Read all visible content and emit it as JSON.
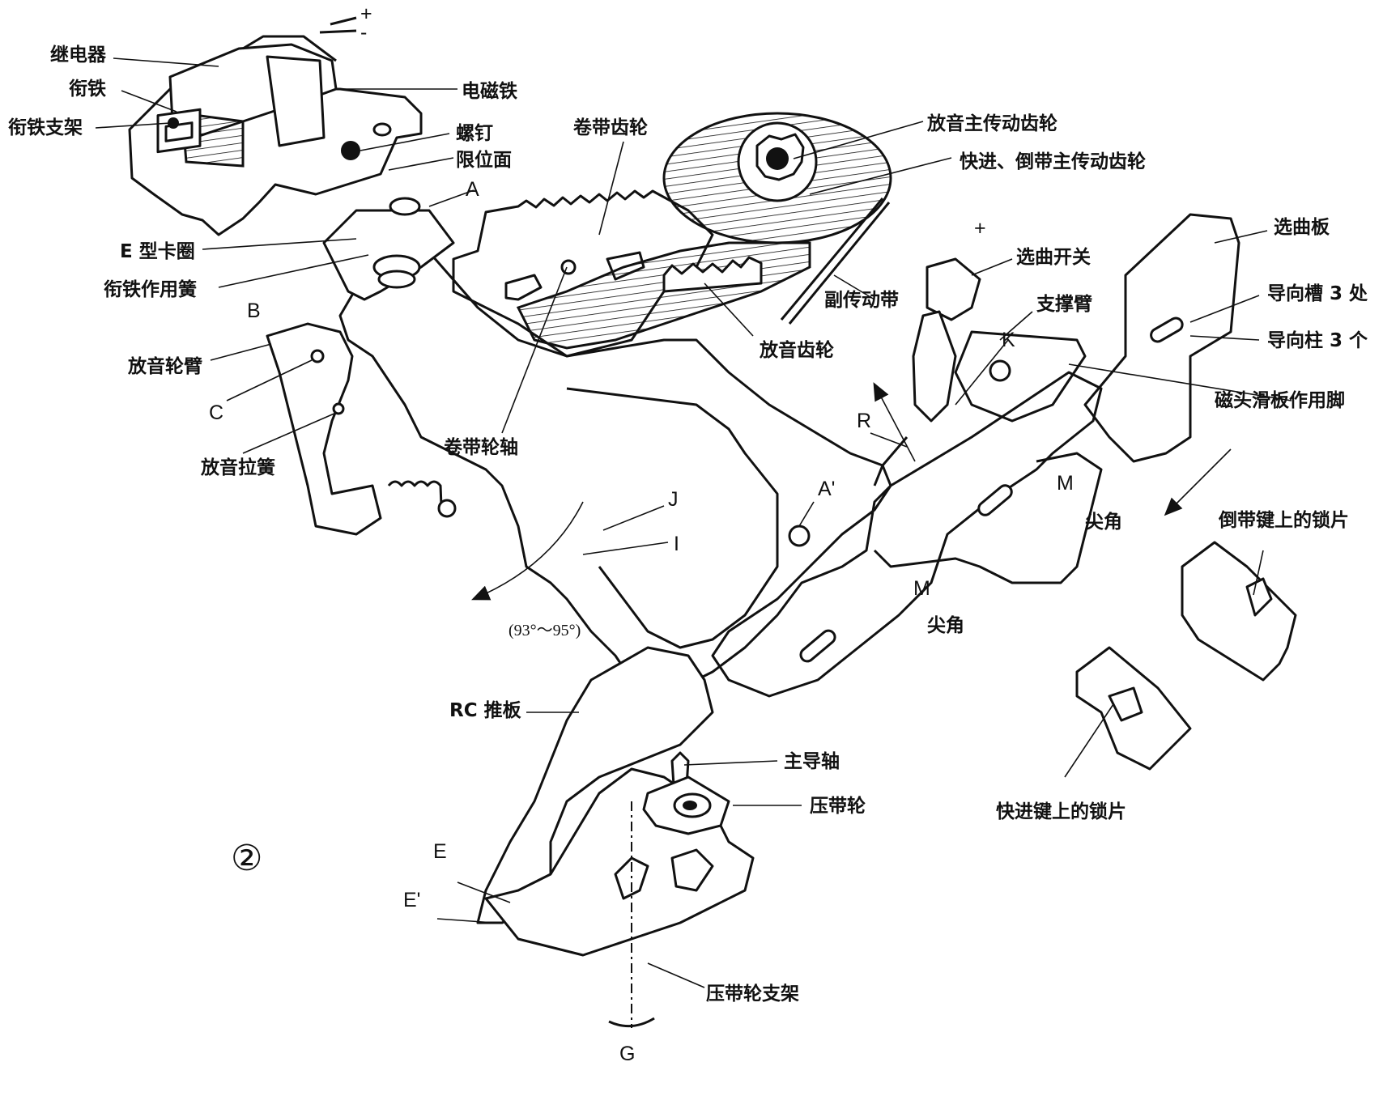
{
  "figure": {
    "number": "②",
    "labels": {
      "relay": "继电器",
      "armature": "衔铁",
      "armature_bracket": "衔铁支架",
      "electromagnet": "电磁铁",
      "screw": "螺钉",
      "limit_face": "限位面",
      "point_A": "A",
      "e_clip": "E 型卡圈",
      "armature_spring": "衔铁作用簧",
      "point_B": "B",
      "play_wheel_arm": "放音轮臂",
      "point_C": "C",
      "play_pull_spring": "放音拉簧",
      "take_up_gear": "卷带齿轮",
      "take_up_shaft": "卷带轮轴",
      "play_main_drive_gear": "放音主传动齿轮",
      "ff_rew_main_gear": "快进、倒带主传动齿轮",
      "aux_belt": "副传动带",
      "play_gear": "放音齿轮",
      "select_switch": "选曲开关",
      "select_plate": "选曲板",
      "support_arm": "支撑臂",
      "guide_slot": "导向槽 3 处",
      "guide_post": "导向柱 3 个",
      "head_slider_foot": "磁头滑板作用脚",
      "point_K": "K",
      "point_R": "R",
      "point_A_prime": "A'",
      "point_J": "J",
      "point_I": "I",
      "angle": "(93°～95°)",
      "point_M1": "M",
      "tip_1": "尖角",
      "point_M2": "M",
      "tip_2": "尖角",
      "rew_key_lock": "倒带键上的锁片",
      "ff_key_lock": "快进键上的锁片",
      "rc_push_plate": "RC 推板",
      "capstan": "主导轴",
      "pinch_roller": "压带轮",
      "pinch_bracket": "压带轮支架",
      "point_E": "E",
      "point_E_prime": "E'",
      "point_G": "G",
      "plus": "+",
      "minus": "-"
    }
  }
}
